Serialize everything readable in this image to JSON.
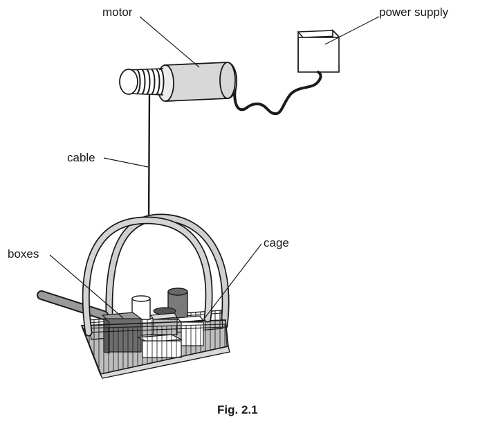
{
  "labels": {
    "motor": "motor",
    "power_supply": "power supply",
    "cable": "cable",
    "boxes": "boxes",
    "cage": "cage"
  },
  "caption": "Fig. 2.1",
  "colors": {
    "line": "#1a1a1a",
    "motor_fill": "#d8d8d8",
    "cage_bar": "#c8c8c8",
    "box_dark": "#6e6e6e",
    "box_mid": "#a8a8a8",
    "box_light": "#ffffff",
    "cage_floor": "#bdbdbd"
  }
}
